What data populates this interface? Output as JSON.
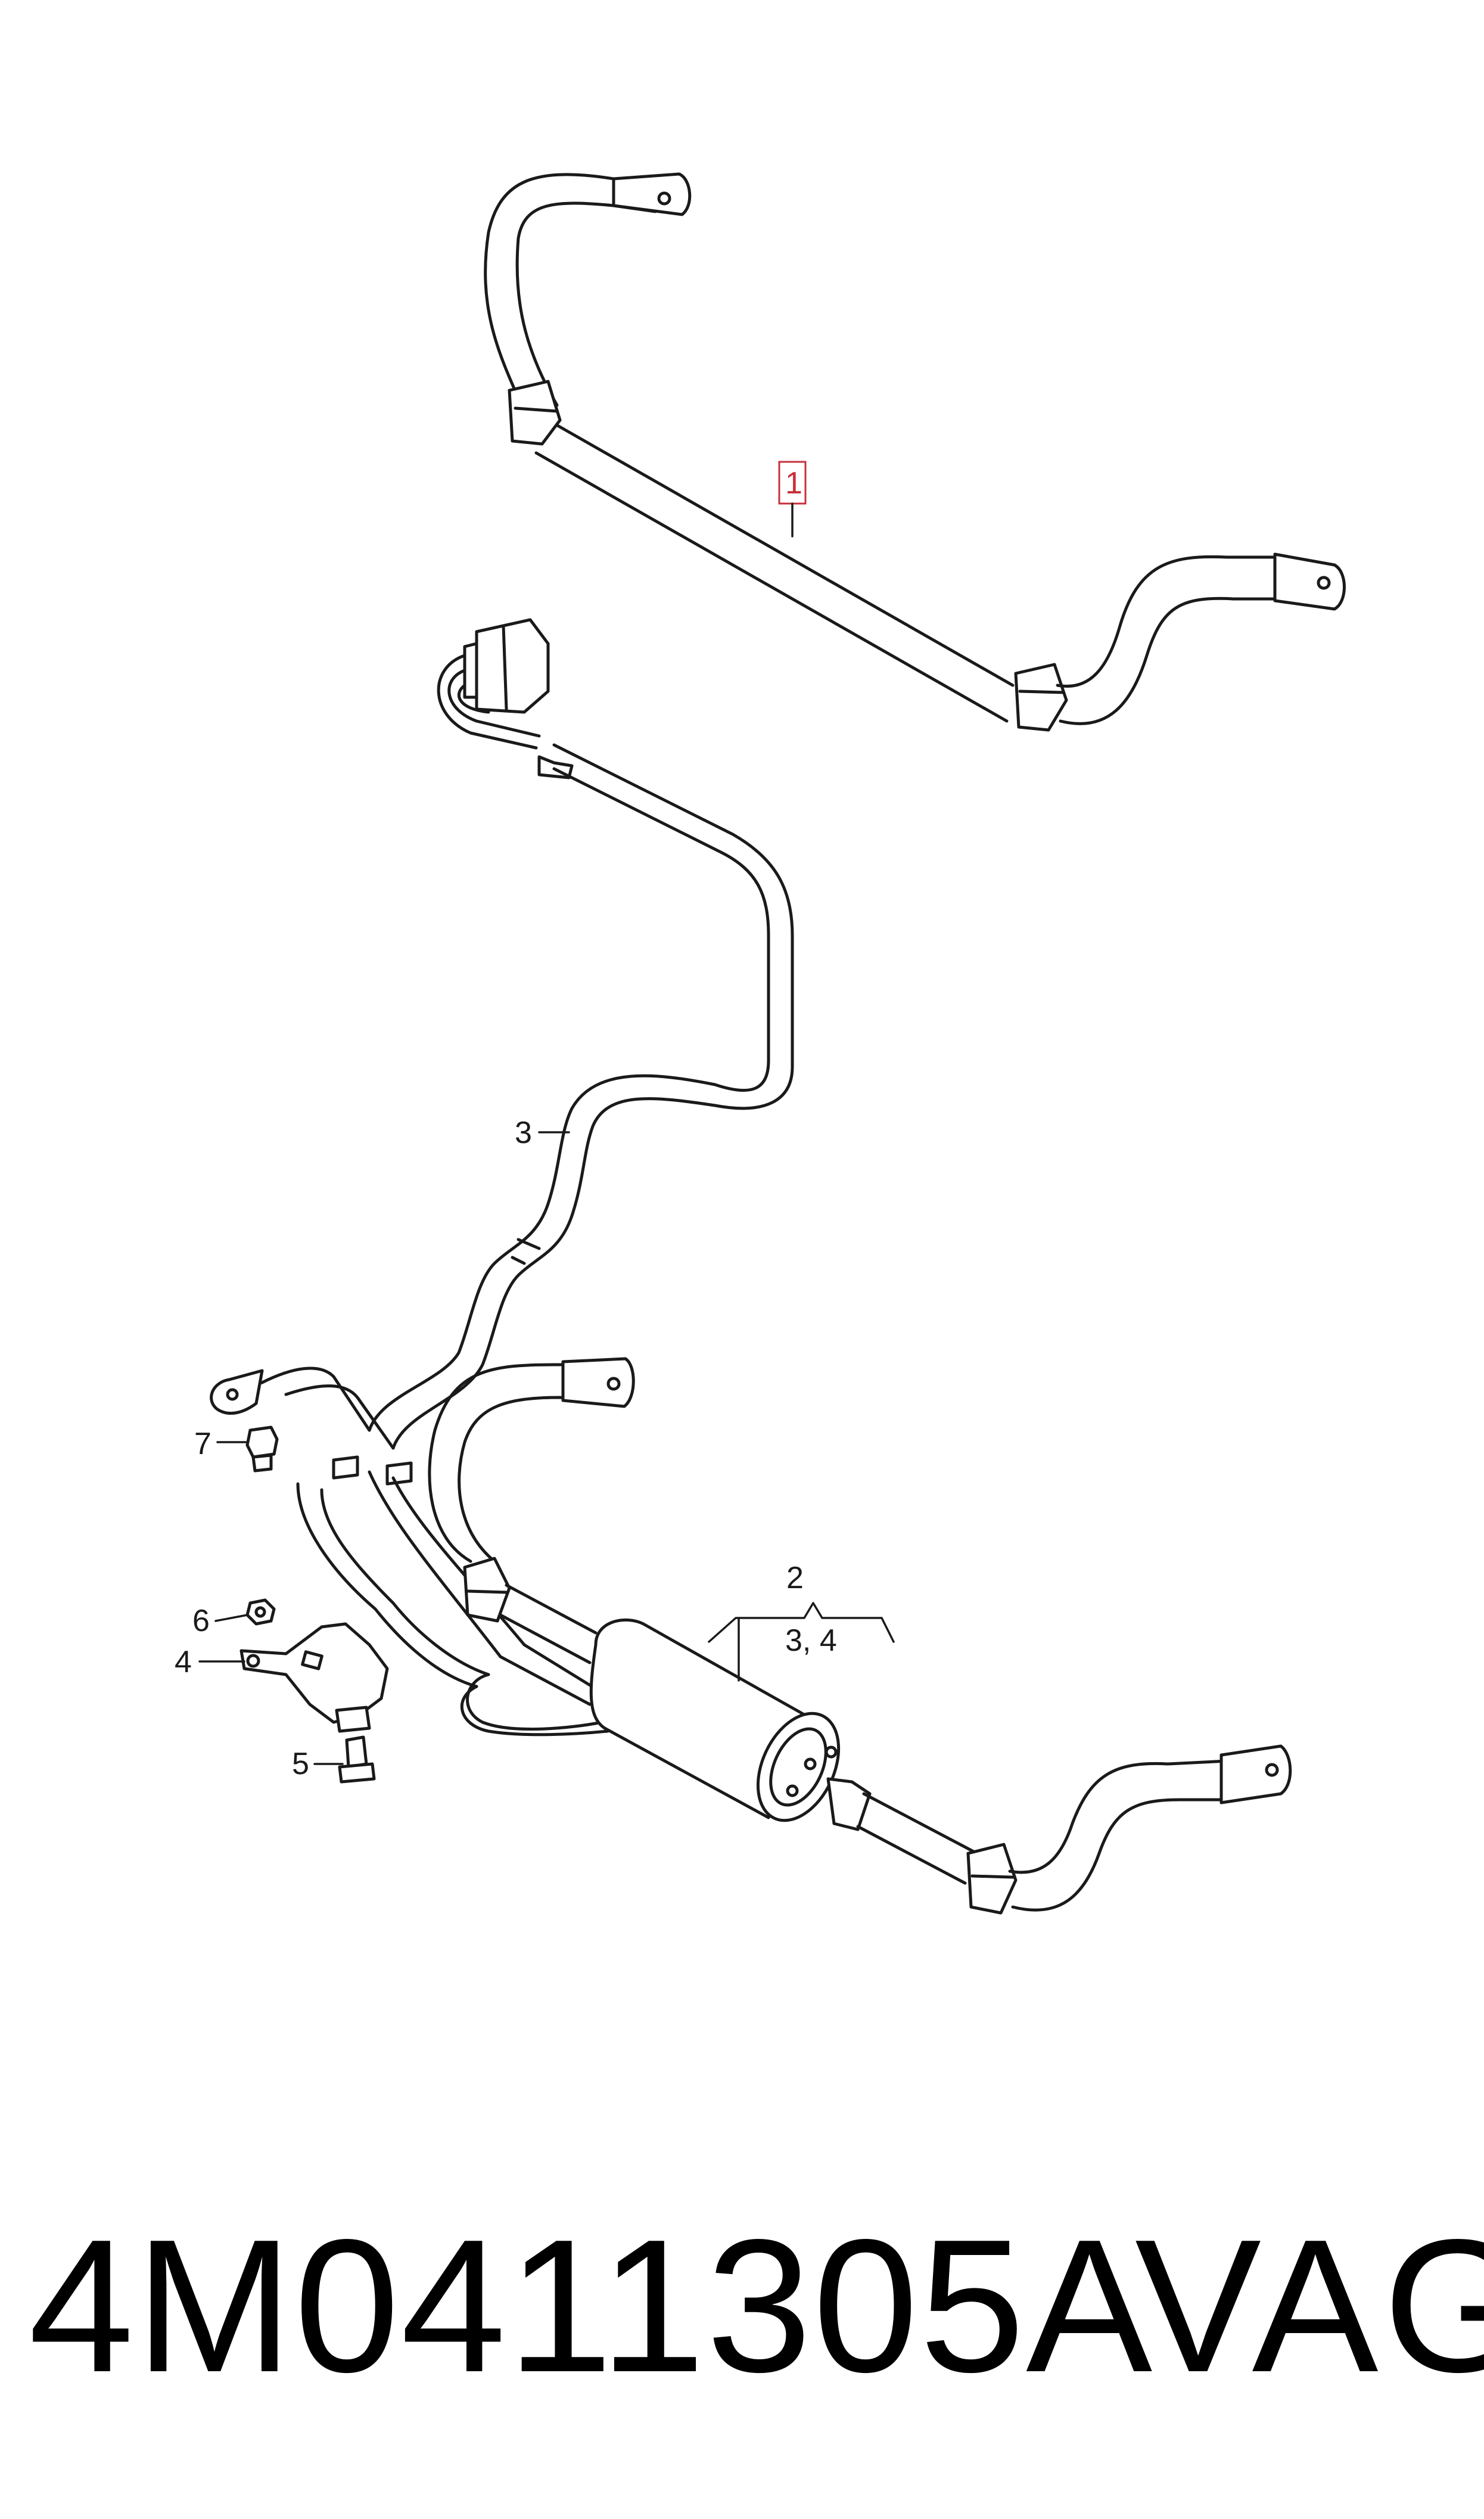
{
  "callouts": {
    "c1": "1",
    "c2": "2",
    "c34": "3, 4",
    "c3": "3",
    "c4": "4",
    "c5": "5",
    "c6": "6",
    "c7": "7"
  },
  "highlight_color": "#c8303a",
  "footer": {
    "part_number": "4M0411305A",
    "brand": "VAG"
  }
}
